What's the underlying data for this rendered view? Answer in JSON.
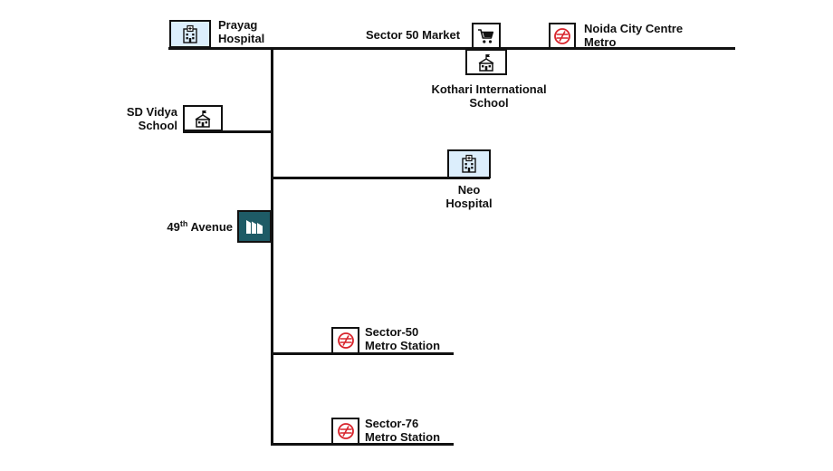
{
  "colors": {
    "road": "#111111",
    "hospital_fill": "#dceefc",
    "metro_red": "#d8242c",
    "project_teal": "#1e5b66"
  },
  "landmarks": {
    "prayag_hospital": {
      "line1": "Prayag",
      "line2": "Hospital",
      "icon": "hospital-icon"
    },
    "sector50_market": {
      "label": "Sector 50 Market",
      "icon": "shopping-cart-icon"
    },
    "noida_city_centre": {
      "line1": "Noida City Centre",
      "line2": "Metro",
      "icon": "metro-icon"
    },
    "kothari_school": {
      "line1": "Kothari International",
      "line2": "School",
      "icon": "school-icon"
    },
    "sd_vidya": {
      "line1": "SD Vidya",
      "line2": "School",
      "icon": "school-icon"
    },
    "neo_hospital": {
      "line1": "Neo",
      "line2": "Hospital",
      "icon": "hospital-icon"
    },
    "project": {
      "name": "49",
      "suffix": "th",
      "rest": " Avenue",
      "icon": "project-logo-icon"
    },
    "sector50_metro": {
      "line1": "Sector-50",
      "line2": "Metro Station",
      "icon": "metro-icon"
    },
    "sector76_metro": {
      "line1": "Sector-76",
      "line2": "Metro Station",
      "icon": "metro-icon"
    }
  }
}
